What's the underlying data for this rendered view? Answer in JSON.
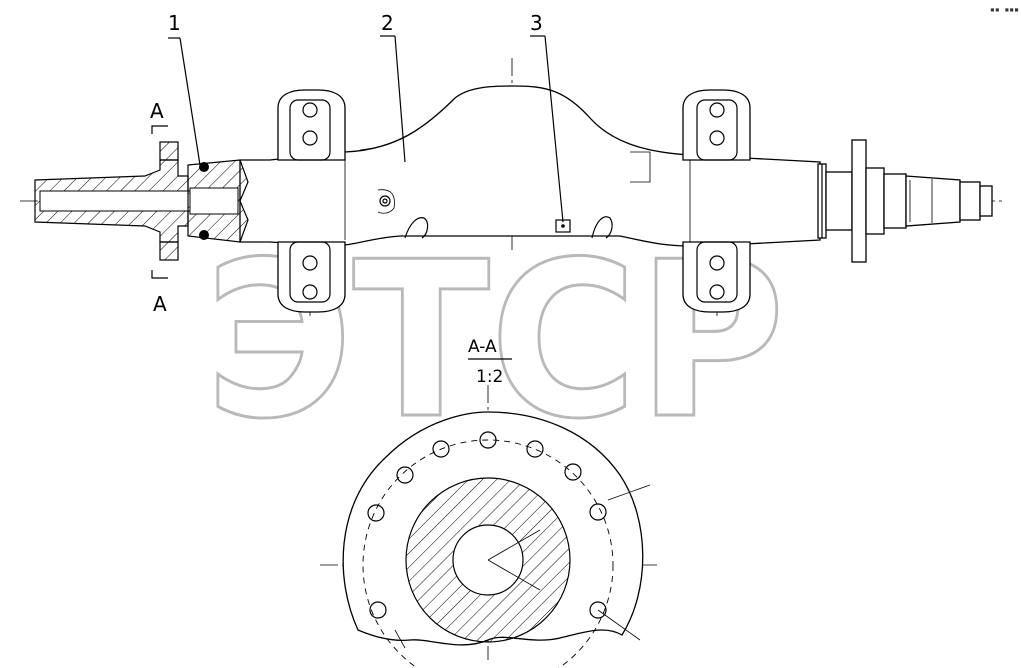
{
  "labels": {
    "part_1": "1",
    "part_2": "2",
    "part_3": "3",
    "section_top": "A",
    "section_bottom": "A",
    "section_title": "A-A",
    "section_scale": "1:2"
  },
  "watermark": {
    "text": "ЭТСР",
    "trademark": "™"
  },
  "corner_mark": "▪▪ ▪▪▪"
}
